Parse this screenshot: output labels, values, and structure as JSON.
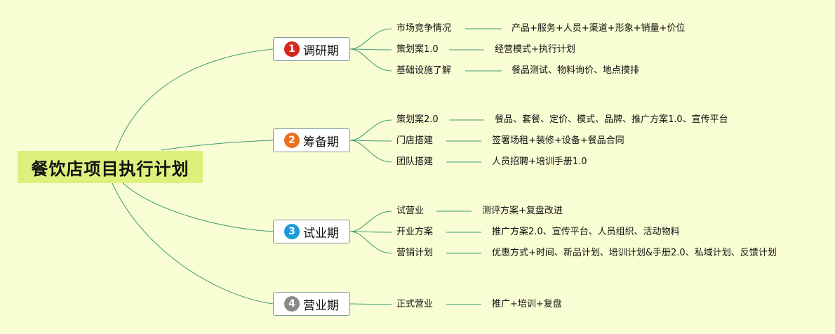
{
  "title": "餐饮店项目执行计划",
  "colors": {
    "background": "#f9fdd3",
    "root_fill": "#def07c",
    "branch_line": "#3c9a74",
    "phase_border": "#7c9d9d"
  },
  "phases": [
    {
      "number": "1",
      "label": "调研期",
      "badge_color": "#d7261e",
      "items": [
        {
          "label": "市场竞争情况",
          "detail": "产品+服务+人员+渠道+形象+销量+价位"
        },
        {
          "label": "策划案1.0",
          "detail": "经营模式+执行计划"
        },
        {
          "label": "基础设施了解",
          "detail": "餐品测试、物料询价、地点摸排"
        }
      ]
    },
    {
      "number": "2",
      "label": "筹备期",
      "badge_color": "#e9701f",
      "items": [
        {
          "label": "策划案2.0",
          "detail": "餐品、套餐、定价、模式、品牌、推广方案1.0、宣传平台"
        },
        {
          "label": "门店搭建",
          "detail": "签署场租+装修+设备+餐品合同"
        },
        {
          "label": "团队搭建",
          "detail": "人员招聘+培训手册1.0"
        }
      ]
    },
    {
      "number": "3",
      "label": "试业期",
      "badge_color": "#1a9ad8",
      "items": [
        {
          "label": "试营业",
          "detail": "测评方案+复盘改进"
        },
        {
          "label": "开业方案",
          "detail": "推广方案2.0、宣传平台、人员组织、活动物料"
        },
        {
          "label": "营销计划",
          "detail": "优惠方式+时间、新品计划、培训计划&手册2.0、私域计划、反馈计划"
        }
      ]
    },
    {
      "number": "4",
      "label": "营业期",
      "badge_color": "#8a8a8a",
      "items": [
        {
          "label": "正式营业",
          "detail": "推广+培训+复盘"
        }
      ]
    }
  ]
}
